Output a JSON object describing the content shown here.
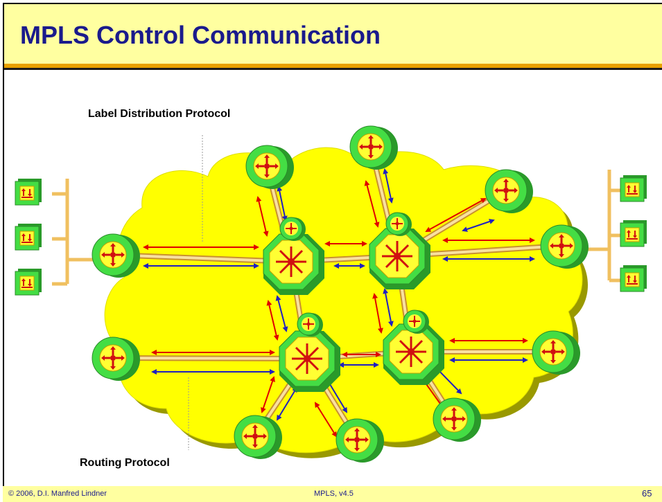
{
  "title": "MPLS Control Communication",
  "labels": {
    "ldp": "Label Distribution Protocol",
    "routing": "Routing Protocol"
  },
  "footer": {
    "copyright": "© 2006, D.I. Manfred Lindner",
    "center": "MPLS, v4.5",
    "page": "65"
  },
  "colors": {
    "title_text": "#1a1a8c",
    "title_bg": "#ffffa0",
    "cloud": "#ffff00",
    "router": "#33cc33",
    "arrow_ldp": "#e00000",
    "arrow_routing": "#2020c0",
    "link": "#f0c060"
  },
  "icons": [
    "router-icon",
    "lsr-icon",
    "host-icon"
  ]
}
